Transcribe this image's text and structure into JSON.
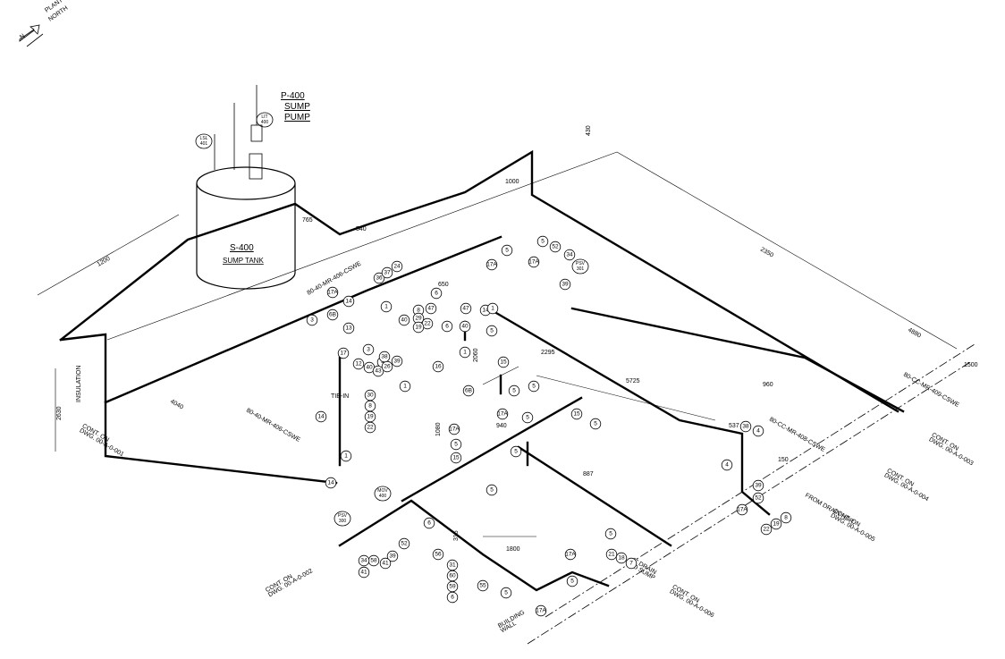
{
  "north_arrow": {
    "text_line1": "PLANT",
    "text_line2": "NORTH",
    "symbol": "N"
  },
  "equipment": {
    "tank_name": "S-400",
    "tank_desc": "SUMP TANK",
    "pump_name": "P-400",
    "pump_desc1": "SUMP",
    "pump_desc2": "PUMP"
  },
  "instruments": {
    "lsl": "LSL\n401",
    "lit": "LIT\n400",
    "mov": "MOV\n400",
    "psv_right": "PSV\n301",
    "psv_left": "PSV\n300"
  },
  "dimensions": {
    "d1200": "1200",
    "d4040": "4040",
    "d2630": "2630",
    "d765": "765",
    "d540": "540",
    "d1000": "1000",
    "d5725": "5725",
    "d2295": "2295",
    "d2060": "2060",
    "d650": "650",
    "d940": "940",
    "d887": "887",
    "d1080": "1080",
    "d1800": "1800",
    "d150": "150",
    "d537": "537",
    "d960": "960",
    "d315": "315",
    "d2350": "2350",
    "d1500": "1500",
    "d430": "430",
    "d4880": "4880"
  },
  "pipe_labels": {
    "main_1": "80-40-MR-406-CSWE",
    "main_2": "80-40-MR-406-CSWE",
    "branch_1": "80-CC-MR-409-CSWE",
    "branch_2": "80-CC-MR-408-CSWE"
  },
  "off_page": {
    "right_1": "CONT. ON\nDWG. 00-A-0-003",
    "right_2": "CONT. ON\nDWG. 00-A-0-004",
    "right_3": "CONT. ON\nDWG. 00-A-0-005",
    "left_1": "CONT. ON\nDWG. 00-A-0-001",
    "bottom_1": "CONT. ON\nDWG. 00-A-0-002",
    "bottom_2": "CONT. ON\nDWG. 00-A-0-006"
  },
  "notes": {
    "building": "BUILDING\nWALL",
    "drain": "3\" DRAIN\nTO SUMP",
    "tie_in": "TIE-IN",
    "insulation": "INSULATION",
    "from_hdr": "FROM DRAIN HDR."
  },
  "callouts": {
    "c1": "1",
    "c3": "3",
    "c4": "4",
    "c5": "5",
    "c6": "6",
    "c6b": "6B",
    "c7": "7",
    "c8": "8",
    "c12": "12",
    "c13": "13",
    "c14": "14",
    "c15": "15",
    "c16": "16",
    "c17": "17",
    "c17a": "17A",
    "c18": "18",
    "c19": "19",
    "c21": "21",
    "c22": "22",
    "c24": "24",
    "c26": "26",
    "c29": "29",
    "c30": "30",
    "c31": "31",
    "c34": "34",
    "c36": "36",
    "c37": "37",
    "c38": "38",
    "c39": "39",
    "c40": "40",
    "c41": "41",
    "c43": "43",
    "c47": "47",
    "c52": "52",
    "c55": "55",
    "c56": "56",
    "c58": "58",
    "c59": "59",
    "c60": "60"
  },
  "colors": {
    "line": "#000000",
    "background": "#ffffff"
  }
}
